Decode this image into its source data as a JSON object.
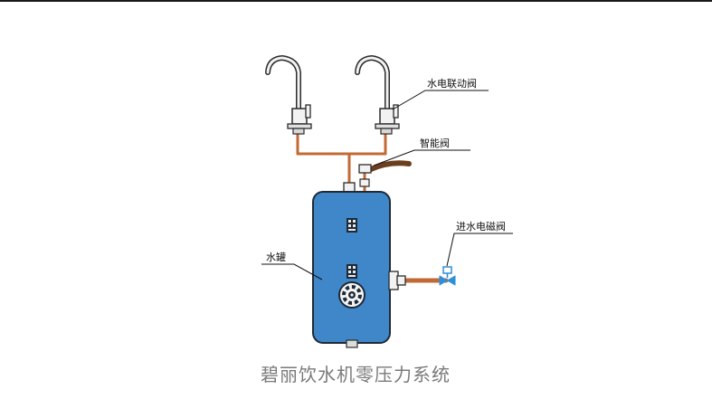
{
  "labels": {
    "linked_valve": "水电联动阀",
    "smart_valve": "智能阀",
    "inlet_solenoid_valve": "进水电磁阀",
    "water_tank": "水罐"
  },
  "caption": "碧丽饮水机零压力系统",
  "colors": {
    "tank_fill": "#3f87c9",
    "tank_outline": "#1f2a36",
    "pipe": "#c06a35",
    "valve": "#2f8fd8",
    "caption": "#7a7a7a"
  }
}
